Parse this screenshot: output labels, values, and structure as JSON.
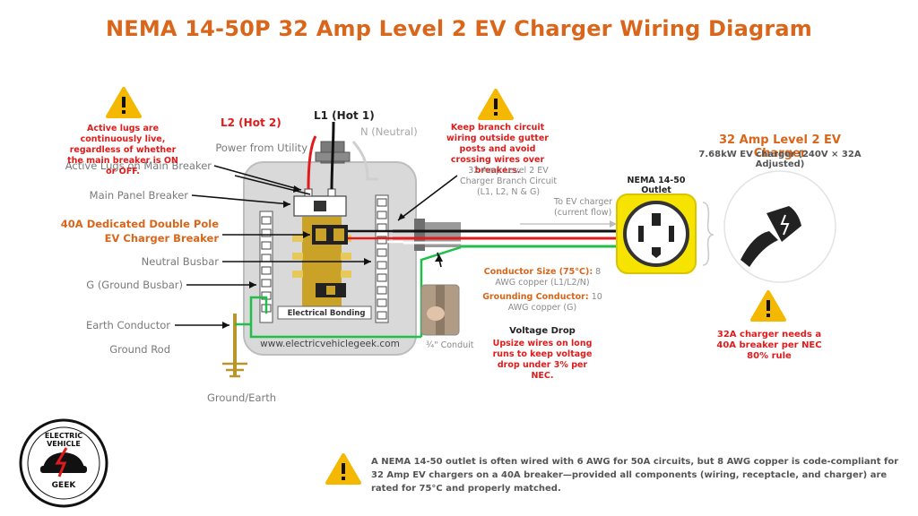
{
  "title": "NEMA 14-50P 32 Amp Level 2 EV Charger Wiring Diagram",
  "warnings": {
    "active_lugs": "Active lugs are continuously live, regardless of whether the main breaker is ON or OFF.",
    "branch_wiring": "Keep branch circuit wiring outside gutter posts and avoid crossing wires over breakers.",
    "breaker_rule": "32A charger needs a 40A breaker per NEC 80% rule",
    "footer": "A NEMA 14-50 outlet is often wired with 6 AWG for 50A circuits, but 8 AWG copper is code-compliant for 32 Amp EV chargers on a 40A breaker—provided all components (wiring, receptacle, and charger) are rated for 75°C and properly matched."
  },
  "labels": {
    "l2": "L2 (Hot 2)",
    "l1": "L1 (Hot 1)",
    "neutral": "N (Neutral)",
    "power_utility": "Power from Utility",
    "active_lugs": "Active Lugs on Main Breaker",
    "main_breaker": "Main Panel Breaker",
    "ev_breaker_1": "40A Dedicated Double Pole",
    "ev_breaker_2": "EV Charger Breaker",
    "neutral_busbar": "Neutral Busbar",
    "ground_busbar": "G (Ground Busbar)",
    "earth_conductor": "Earth Conductor",
    "ground_rod": "Ground Rod",
    "ground_earth": "Ground/Earth",
    "electrical_bonding": "Electrical Bonding",
    "website": "www.electricvehiclegeek.com",
    "branch_circuit": "32 Amp Level 2 EV Charger Branch Circuit (L1, L2, N & G)",
    "to_ev": "To EV charger (current flow)",
    "conduit": "¾\" Conduit",
    "outlet": "NEMA 14-50 Outlet",
    "charger_title": "32 Amp Level 2 EV Charger",
    "charger_sub": "7.68kW EV charger (240V × 32A Adjusted)"
  },
  "specs": {
    "conductor_label": "Conductor Size (75°C):",
    "conductor_value": "8 AWG copper (L1/L2/N)",
    "grounding_label": "Grounding Conductor:",
    "grounding_value": "10 AWG copper (G)",
    "voltage_drop_title": "Voltage Drop",
    "voltage_drop_text": "Upsize wires on long runs to keep voltage drop under 3% per NEC."
  },
  "logo": {
    "top": "ELECTRIC VEHICLE",
    "bottom": "GEEK"
  },
  "colors": {
    "orange": "#d9661a",
    "red": "#e11b1b",
    "green": "#1fbf4a",
    "busbar": "#c9a227",
    "outlet": "#f6e400"
  }
}
